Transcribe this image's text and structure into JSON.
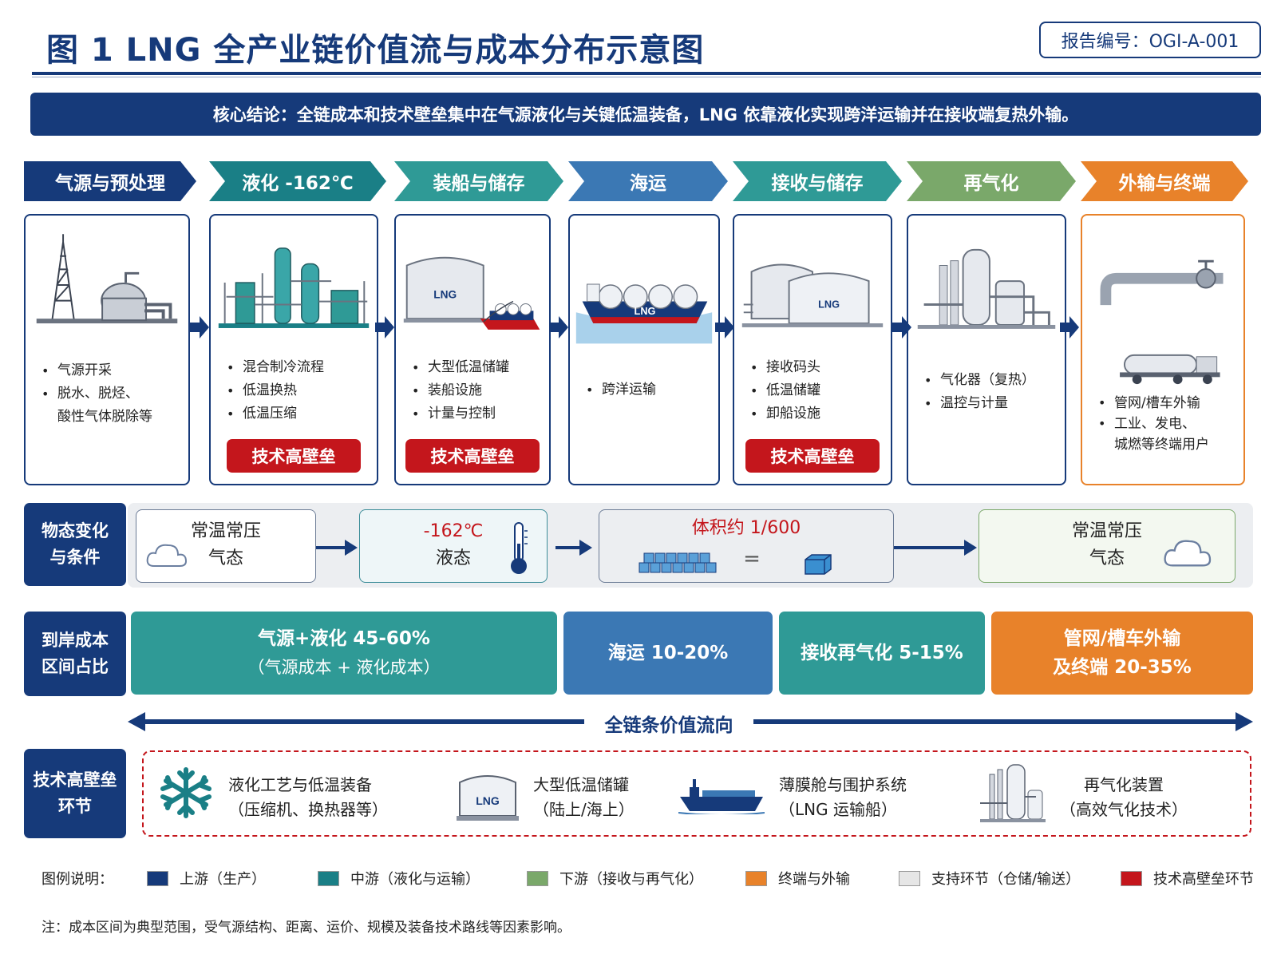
{
  "title": "图 1  LNG 全产业链价值流与成本分布示意图",
  "report_number": "报告编号：OGI-A-001",
  "core_conclusion": "核心结论：全链成本和技术壁垒集中在气源液化与关键低温装备，LNG 依靠液化实现跨洋运输并在接收端复热外输。",
  "stages": [
    {
      "label": "气源与预处理",
      "color": "#163a7a",
      "bullets": [
        "气源开采",
        "脱水、脱烃、",
        "酸性气体脱除等"
      ],
      "barrier": ""
    },
    {
      "label": "液化  -162℃",
      "color": "#1a7f86",
      "bullets": [
        "混合制冷流程",
        "低温换热",
        "低温压缩"
      ],
      "barrier": "技术高壁垒"
    },
    {
      "label": "装船与储存",
      "color": "#2f9a96",
      "bullets": [
        "大型低温储罐",
        "装船设施",
        "计量与控制"
      ],
      "barrier": "技术高壁垒"
    },
    {
      "label": "海运",
      "color": "#3b78b4",
      "bullets": [
        "跨洋运输"
      ],
      "barrier": ""
    },
    {
      "label": "接收与储存",
      "color": "#2f9a96",
      "bullets": [
        "接收码头",
        "低温储罐",
        "卸船设施"
      ],
      "barrier": "技术高壁垒"
    },
    {
      "label": "再气化",
      "color": "#7aa86a",
      "bullets": [
        "气化器（复热）",
        "温控与计量"
      ],
      "barrier": ""
    },
    {
      "label": "外输与终端",
      "color": "#e8822a",
      "bullets": [
        "管网/槽车外输",
        "工业、发电、",
        "城燃等终端用户"
      ],
      "barrier": ""
    }
  ],
  "illustration_labels": {
    "tank": "LNG",
    "ship": "LNG",
    "receiving_tank": "LNG"
  },
  "phase_row": {
    "label_line1": "物态变化",
    "label_line2": "与条件",
    "states": [
      {
        "line1": "常温常压",
        "line2": "气态"
      },
      {
        "line1": "-162℃",
        "line2": "液态"
      },
      {
        "line1": "体积约 1/600",
        "line2": "="
      },
      {
        "line1": "常温常压",
        "line2": "气态"
      }
    ]
  },
  "cost_row": {
    "label_line1": "到岸成本",
    "label_line2": "区间占比",
    "items": [
      {
        "line1": "气源+液化  45-60%",
        "line2": "（气源成本 + 液化成本）",
        "color": "#2f9a96",
        "share_range": [
          45,
          60
        ]
      },
      {
        "line1": "海运  10-20%",
        "line2": "",
        "color": "#3b78b4",
        "share_range": [
          10,
          20
        ]
      },
      {
        "line1": "接收再气化  5-15%",
        "line2": "",
        "color": "#2f9a96",
        "share_range": [
          5,
          15
        ]
      },
      {
        "line1": "管网/槽车外输",
        "line2": "及终端  20-35%",
        "color": "#e8822a",
        "share_range": [
          20,
          35
        ]
      }
    ]
  },
  "value_flow_label": "全链条价值流向",
  "tech_row": {
    "label_line1": "技术高壁垒",
    "label_line2": "环节",
    "items": [
      {
        "line1": "液化工艺与低温装备",
        "line2": "（压缩机、换热器等）",
        "icon": "snowflake-icon"
      },
      {
        "line1": "大型低温储罐",
        "line2": "（陆上/海上）",
        "icon": "lng-tank-icon",
        "icon_text": "LNG"
      },
      {
        "line1": "薄膜舱与围护系统",
        "line2": "（LNG 运输船）",
        "icon": "ship-icon"
      },
      {
        "line1": "再气化装置",
        "line2": "（高效气化技术）",
        "icon": "regasifier-icon"
      }
    ]
  },
  "legend": {
    "title": "图例说明：",
    "items": [
      {
        "label": "上游（生产）",
        "color": "#163a7a"
      },
      {
        "label": "中游（液化与运输）",
        "color": "#1a7f86"
      },
      {
        "label": "下游（接收与再气化）",
        "color": "#7aa86a"
      },
      {
        "label": "终端与外输",
        "color": "#e8822a"
      },
      {
        "label": "支持环节（仓储/输送）",
        "color": "#e6e6e6"
      },
      {
        "label": "技术高壁垒环节",
        "color": "#c4161c"
      }
    ]
  },
  "note": "注：成本区间为典型范围，受气源结构、距离、运价、规模及装备技术路线等因素影响。"
}
